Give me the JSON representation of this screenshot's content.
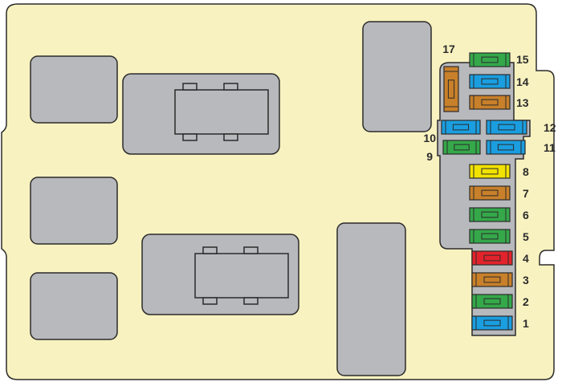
{
  "colors": {
    "panel": "#f8f2c0",
    "outline": "#2b2b2b",
    "block": "#b8b9bd",
    "blue": "#1a9ee0",
    "green": "#35a84a",
    "orange": "#c8802a",
    "yellow": "#f2e200",
    "red": "#e3232b"
  },
  "fuses": [
    {
      "number": "1",
      "color": "blue"
    },
    {
      "number": "2",
      "color": "green"
    },
    {
      "number": "3",
      "color": "orange"
    },
    {
      "number": "4",
      "color": "red"
    },
    {
      "number": "5",
      "color": "green"
    },
    {
      "number": "6",
      "color": "green"
    },
    {
      "number": "7",
      "color": "orange"
    },
    {
      "number": "8",
      "color": "yellow"
    },
    {
      "number": "9",
      "color": "green"
    },
    {
      "number": "10",
      "color": "blue"
    },
    {
      "number": "11",
      "color": "blue"
    },
    {
      "number": "12",
      "color": "blue"
    },
    {
      "number": "13",
      "color": "orange"
    },
    {
      "number": "14",
      "color": "blue"
    },
    {
      "number": "15",
      "color": "green"
    },
    {
      "number": "17",
      "color": "orange"
    }
  ]
}
